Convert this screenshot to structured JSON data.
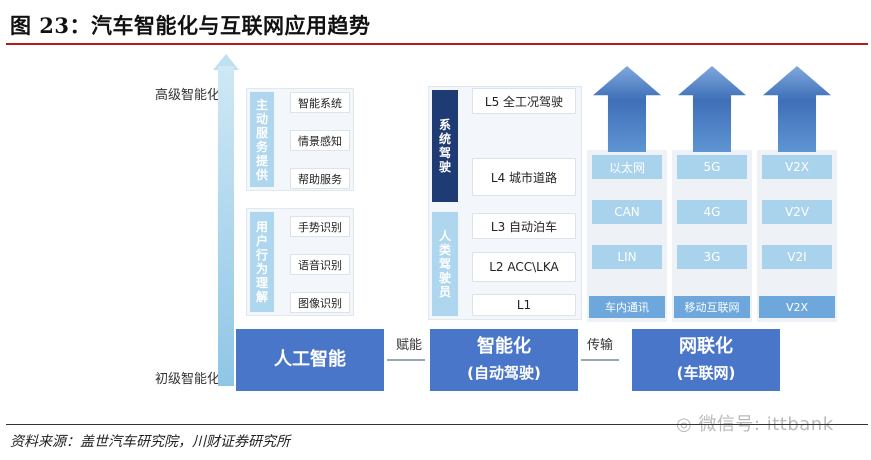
{
  "title": "图 23：汽车智能化与互联网应用趋势",
  "axis": {
    "top": "高级智能化",
    "bottom": "初级智能化"
  },
  "groups": {
    "service": {
      "label": "主动服务提供",
      "items": [
        "智能系统",
        "情景感知",
        "帮助服务"
      ]
    },
    "behavior": {
      "label": "用户行为理解",
      "items": [
        "手势识别",
        "语音识别",
        "图像识别"
      ]
    },
    "system_drive": {
      "label": "系统驾驶",
      "items": [
        "L5 全工况驾驶",
        "L4 城市道路"
      ]
    },
    "human_drive": {
      "label": "人类驾驶员",
      "items": [
        "L3 自动泊车",
        "L2 ACC\\LKA",
        "L1"
      ]
    }
  },
  "columns": [
    {
      "items": [
        "以太网",
        "CAN",
        "LIN"
      ],
      "label": "车内通讯"
    },
    {
      "items": [
        "5G",
        "4G",
        "3G"
      ],
      "label": "移动互联网"
    },
    {
      "items": [
        "V2X",
        "V2V",
        "V2I"
      ],
      "label": "V2X"
    }
  ],
  "bottom": {
    "ai": "人工智能",
    "connector1": "赋能",
    "intelligent_main": "智能化",
    "intelligent_sub": "(自动驾驶)",
    "connector2": "传输",
    "network_main": "网联化",
    "network_sub": "(车联网)"
  },
  "source": "资料来源：盖世汽车研究院，川财证券研究所",
  "watermark": "微信号: ittbank",
  "colors": {
    "accent_red": "#b71c1c",
    "primary_blue": "#4a76c9",
    "light_blue": "#aed6ee",
    "dark_navy": "#1f3b73"
  }
}
